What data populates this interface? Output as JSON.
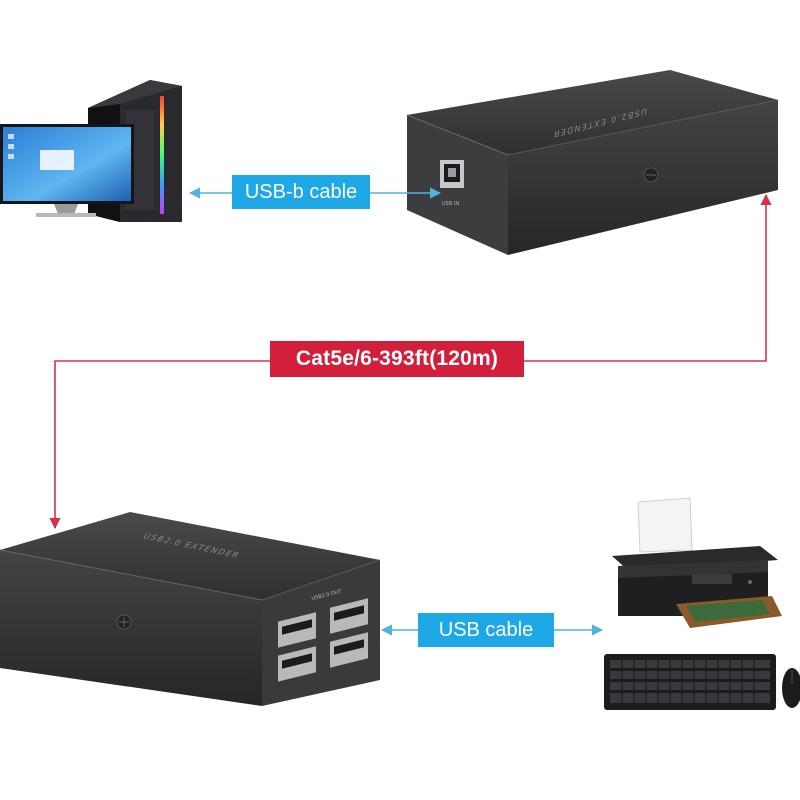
{
  "labels": {
    "usb_b_cable": "USB-b cable",
    "cat_cable": "Cat5e/6-393ft(120m)",
    "usb_cable": "USB cable"
  },
  "devices": {
    "transmitter_engraving": "USB2.0 EXTENDER",
    "transmitter_port": "USB IN",
    "receiver_engraving": "USB2.0 EXTENDER",
    "receiver_port": "USB2.0 OUT"
  },
  "colors": {
    "blue_label": "#1ea9e6",
    "red_label": "#d21f3c",
    "blue_line": "#4fb3e0",
    "red_line": "#d8304a",
    "device_body": "#3a3a3c"
  },
  "icons": [
    "computer-icon",
    "printer-icon",
    "keyboard-icon",
    "mouse-icon"
  ]
}
